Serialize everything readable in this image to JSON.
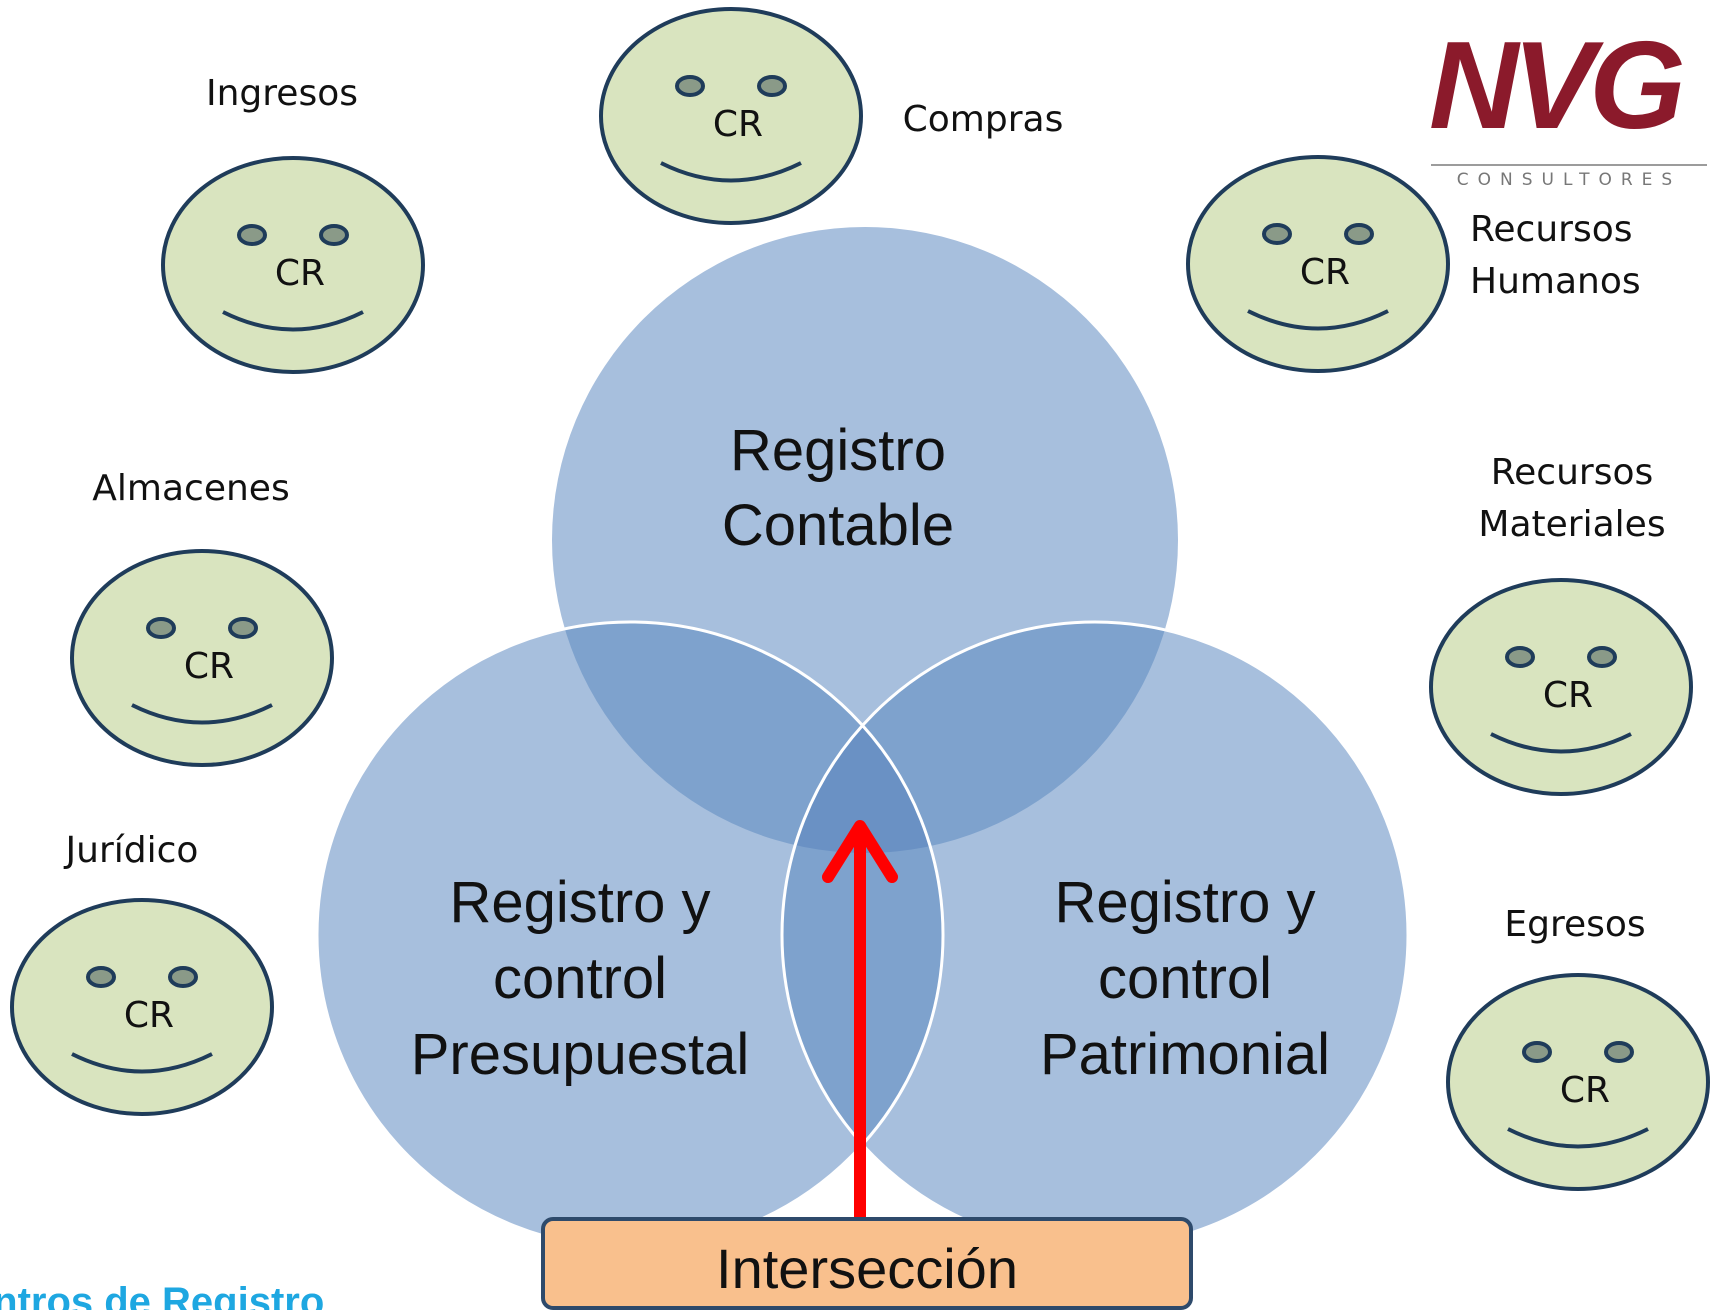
{
  "logo": {
    "mark": "NVG",
    "subtitle": "CONSULTORES",
    "colors": {
      "mark": "#8b1a2b",
      "subtitle": "#777777"
    }
  },
  "circles": {
    "top": "Registro\nContable",
    "left": "Registro y\ncontrol\nPresupuestal",
    "right": "Registro y\ncontrol\nPatrimonial"
  },
  "intersection_label": "Intersección",
  "departments": [
    {
      "id": "ingresos",
      "name": "Ingresos",
      "face_text": "CR"
    },
    {
      "id": "compras",
      "name": "Compras",
      "face_text": "CR"
    },
    {
      "id": "recursos-humanos",
      "name": "Recursos\nHumanos",
      "face_text": "CR"
    },
    {
      "id": "almacenes",
      "name": "Almacenes",
      "face_text": "CR"
    },
    {
      "id": "recursos-materiales",
      "name": "Recursos\nMateriales",
      "face_text": "CR"
    },
    {
      "id": "juridico",
      "name": "Jurídico",
      "face_text": "CR"
    },
    {
      "id": "egresos",
      "name": "Egresos",
      "face_text": "CR"
    }
  ],
  "footer_text": "Centros de Registro",
  "colors": {
    "circle_fill": "#a7bfdd",
    "overlap_fill": "#7ea2cd",
    "center_fill": "#6a91c4",
    "face_fill": "#d9e4bf",
    "face_stroke": "#1f3c5a",
    "arrow": "#ff0000",
    "intersection_box": "#f9c08d",
    "intersection_border": "#2e4a6b",
    "footer_text": "#1ea7e1"
  }
}
